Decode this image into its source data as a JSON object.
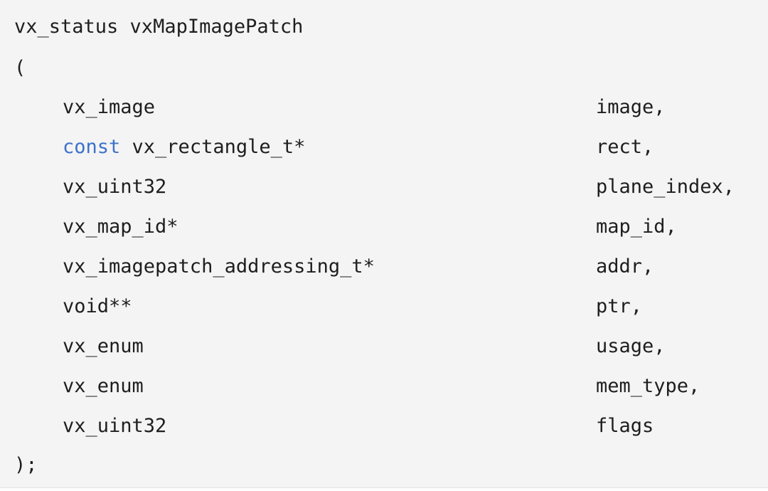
{
  "code": {
    "signature": "vx_status vxMapImagePatch",
    "open_paren": "(",
    "close": ");",
    "keyword_color": "#3b72c9",
    "params": [
      {
        "keyword": "",
        "type": "vx_image",
        "name": "image,"
      },
      {
        "keyword": "const",
        "type": " vx_rectangle_t*",
        "name": "rect,"
      },
      {
        "keyword": "",
        "type": "vx_uint32",
        "name": "plane_index,"
      },
      {
        "keyword": "",
        "type": "vx_map_id*",
        "name": "map_id,"
      },
      {
        "keyword": "",
        "type": "vx_imagepatch_addressing_t*",
        "name": "addr,"
      },
      {
        "keyword": "",
        "type": "void**",
        "name": "ptr,"
      },
      {
        "keyword": "",
        "type": "vx_enum",
        "name": "usage,"
      },
      {
        "keyword": "",
        "type": "vx_enum",
        "name": "mem_type,"
      },
      {
        "keyword": "",
        "type": "vx_uint32",
        "name": "flags"
      }
    ]
  }
}
